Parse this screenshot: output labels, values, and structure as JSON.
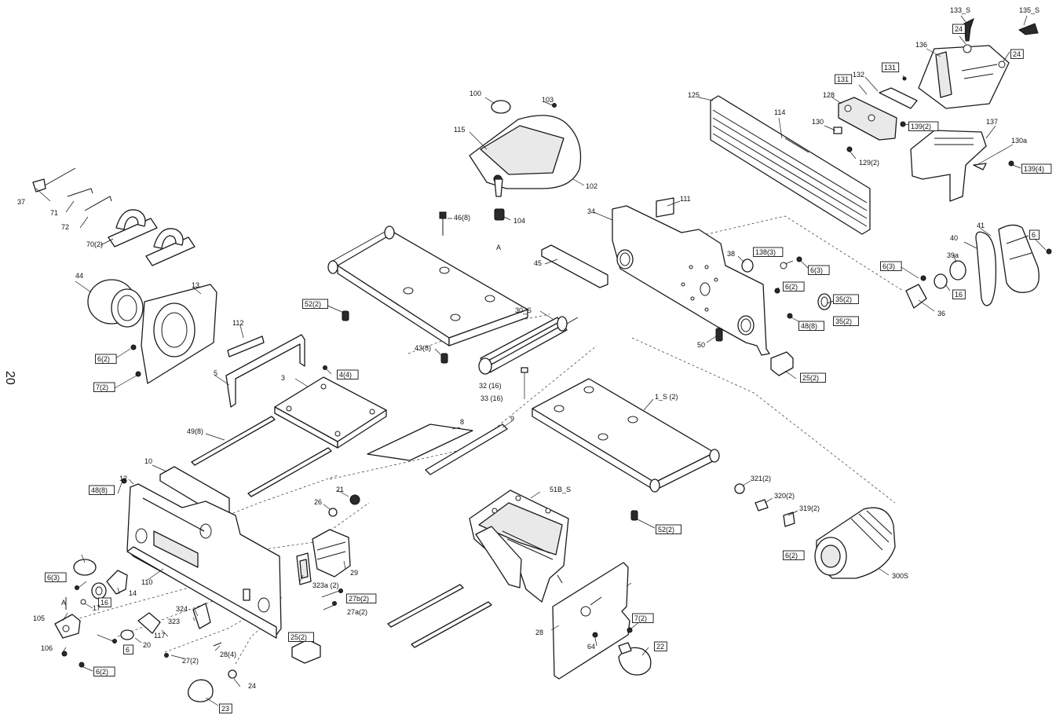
{
  "page_number": "20",
  "callouts": [
    {
      "text": "133_S",
      "boxed": false
    },
    {
      "text": "135_S",
      "boxed": false
    },
    {
      "text": "24",
      "boxed": true
    },
    {
      "text": "24",
      "boxed": true
    },
    {
      "text": "136",
      "boxed": false
    },
    {
      "text": "131",
      "boxed": true
    },
    {
      "text": "131",
      "boxed": true
    },
    {
      "text": "132",
      "boxed": false
    },
    {
      "text": "128",
      "boxed": false
    },
    {
      "text": "125",
      "boxed": false
    },
    {
      "text": "114",
      "boxed": false
    },
    {
      "text": "130",
      "boxed": false
    },
    {
      "text": "139(2)",
      "boxed": true
    },
    {
      "text": "137",
      "boxed": false
    },
    {
      "text": "130a",
      "boxed": false
    },
    {
      "text": "129(2)",
      "boxed": false
    },
    {
      "text": "139(4)",
      "boxed": true
    },
    {
      "text": "100",
      "boxed": false
    },
    {
      "text": "103",
      "boxed": false
    },
    {
      "text": "115",
      "boxed": false
    },
    {
      "text": "102",
      "boxed": false
    },
    {
      "text": "104",
      "boxed": false
    },
    {
      "text": "A",
      "boxed": false
    },
    {
      "text": "37",
      "boxed": false
    },
    {
      "text": "71",
      "boxed": false
    },
    {
      "text": "72",
      "boxed": false
    },
    {
      "text": "70(2)",
      "boxed": false
    },
    {
      "text": "46(8)",
      "boxed": false
    },
    {
      "text": "111",
      "boxed": false
    },
    {
      "text": "34",
      "boxed": false
    },
    {
      "text": "45",
      "boxed": false
    },
    {
      "text": "38",
      "boxed": false
    },
    {
      "text": "138(3)",
      "boxed": true
    },
    {
      "text": "6(3)",
      "boxed": true
    },
    {
      "text": "41",
      "boxed": false
    },
    {
      "text": "6",
      "boxed": true
    },
    {
      "text": "40",
      "boxed": false
    },
    {
      "text": "39a",
      "boxed": false
    },
    {
      "text": "6(3)",
      "boxed": true
    },
    {
      "text": "16",
      "boxed": true
    },
    {
      "text": "36",
      "boxed": false
    },
    {
      "text": "44",
      "boxed": false
    },
    {
      "text": "13",
      "boxed": false
    },
    {
      "text": "52(2)",
      "boxed": true
    },
    {
      "text": "6(2)",
      "boxed": true
    },
    {
      "text": "35(2)",
      "boxed": true
    },
    {
      "text": "48(8)",
      "boxed": true
    },
    {
      "text": "112",
      "boxed": false
    },
    {
      "text": "30_S",
      "boxed": false
    },
    {
      "text": "50",
      "boxed": false
    },
    {
      "text": "6(2)",
      "boxed": true
    },
    {
      "text": "43(8)",
      "boxed": false
    },
    {
      "text": "25(2)",
      "boxed": true
    },
    {
      "text": "7(2)",
      "boxed": true
    },
    {
      "text": "5",
      "boxed": false
    },
    {
      "text": "4(4)",
      "boxed": true
    },
    {
      "text": "32 (16)",
      "boxed": false
    },
    {
      "text": "33 (16)",
      "boxed": false
    },
    {
      "text": "3",
      "boxed": false
    },
    {
      "text": "1_S (2)",
      "boxed": false
    },
    {
      "text": "49(8)",
      "boxed": false
    },
    {
      "text": "8",
      "boxed": false
    },
    {
      "text": "9",
      "boxed": false
    },
    {
      "text": "10",
      "boxed": false
    },
    {
      "text": "12",
      "boxed": false
    },
    {
      "text": "48(8)",
      "boxed": true
    },
    {
      "text": "21",
      "boxed": false
    },
    {
      "text": "26",
      "boxed": false
    },
    {
      "text": "51B_S",
      "boxed": false
    },
    {
      "text": "321(2)",
      "boxed": false
    },
    {
      "text": "320(2)",
      "boxed": false
    },
    {
      "text": "319(2)",
      "boxed": false
    },
    {
      "text": "52(2)",
      "boxed": true
    },
    {
      "text": "35(2)",
      "boxed": true
    },
    {
      "text": "29",
      "boxed": false
    },
    {
      "text": "110",
      "boxed": false
    },
    {
      "text": "323a (2)",
      "boxed": false
    },
    {
      "text": "6(3)",
      "boxed": true
    },
    {
      "text": "14",
      "boxed": false
    },
    {
      "text": "16",
      "boxed": true
    },
    {
      "text": "27b(2)",
      "boxed": true
    },
    {
      "text": "17",
      "boxed": false
    },
    {
      "text": "27a(2)",
      "boxed": false
    },
    {
      "text": "6(2)",
      "boxed": true
    },
    {
      "text": "300S",
      "boxed": false
    },
    {
      "text": "A",
      "boxed": false
    },
    {
      "text": "105",
      "boxed": false
    },
    {
      "text": "324",
      "boxed": false
    },
    {
      "text": "323",
      "boxed": false
    },
    {
      "text": "117",
      "boxed": false
    },
    {
      "text": "6",
      "boxed": true
    },
    {
      "text": "20",
      "boxed": false
    },
    {
      "text": "28",
      "boxed": false
    },
    {
      "text": "7(2)",
      "boxed": true
    },
    {
      "text": "106",
      "boxed": false
    },
    {
      "text": "28(4)",
      "boxed": false
    },
    {
      "text": "25(2)",
      "boxed": true
    },
    {
      "text": "27(2)",
      "boxed": false
    },
    {
      "text": "64",
      "boxed": false
    },
    {
      "text": "22",
      "boxed": true
    },
    {
      "text": "6(2)",
      "boxed": true
    },
    {
      "text": "24",
      "boxed": false
    },
    {
      "text": "23",
      "boxed": true
    }
  ]
}
